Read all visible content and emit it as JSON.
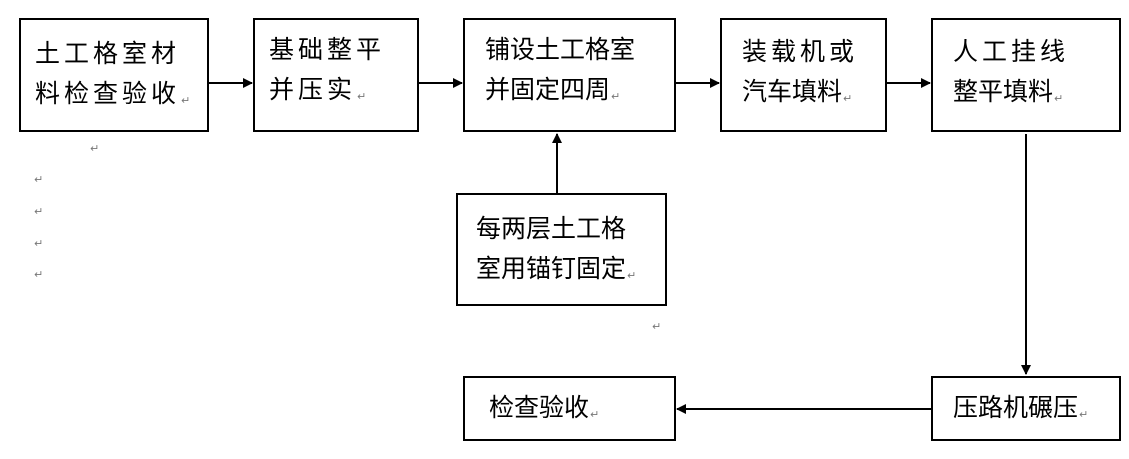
{
  "paragraph_mark": "↵",
  "nodes": {
    "step1": {
      "lines": [
        "土工格室材",
        "料检查验收"
      ]
    },
    "step2": {
      "lines": [
        "基础整平",
        "并压实"
      ]
    },
    "step3": {
      "lines": [
        "铺设土工格室",
        "并固定四周"
      ]
    },
    "step4": {
      "lines": [
        "装载机或",
        "汽车填料"
      ]
    },
    "step5": {
      "lines": [
        "人工挂线",
        "整平填料"
      ]
    },
    "step6": {
      "lines": [
        "每两层土工格",
        "室用锚钉固定"
      ]
    },
    "step7": {
      "lines": [
        "压路机碾压"
      ]
    },
    "step8": {
      "lines": [
        "检查验收"
      ]
    }
  }
}
